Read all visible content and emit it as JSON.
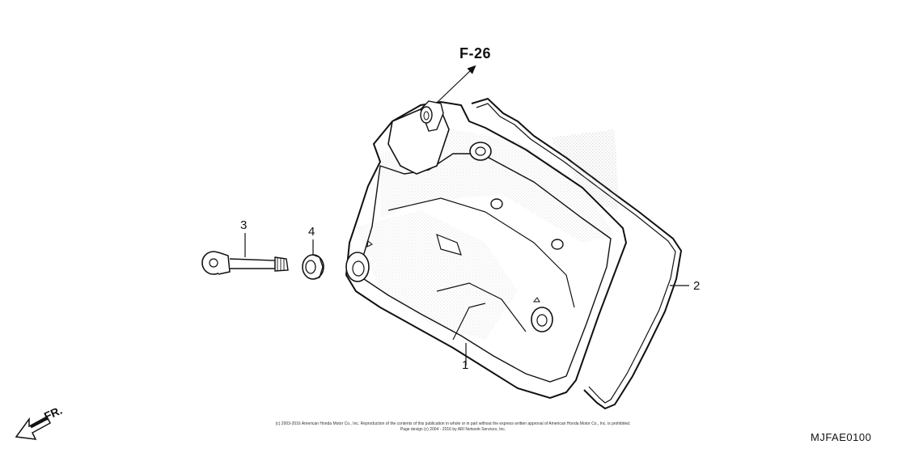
{
  "diagram": {
    "reference_label": "F-26",
    "direction_label": "FR.",
    "diagram_code": "MJFAE0100",
    "copyright_line1": "(c) 2003-2016 American Honda Motor Co., Inc. Reproduction of the contents of this publication in whole or in part without the express written approval of American Honda Motor Co., Inc. is prohibited.",
    "copyright_line2": "Page design (c) 2004 - 2016 by ARI Network Services, Inc.",
    "callouts": [
      {
        "id": "1",
        "label": "1"
      },
      {
        "id": "2",
        "label": "2"
      },
      {
        "id": "3",
        "label": "3"
      },
      {
        "id": "4",
        "label": "4"
      }
    ]
  }
}
